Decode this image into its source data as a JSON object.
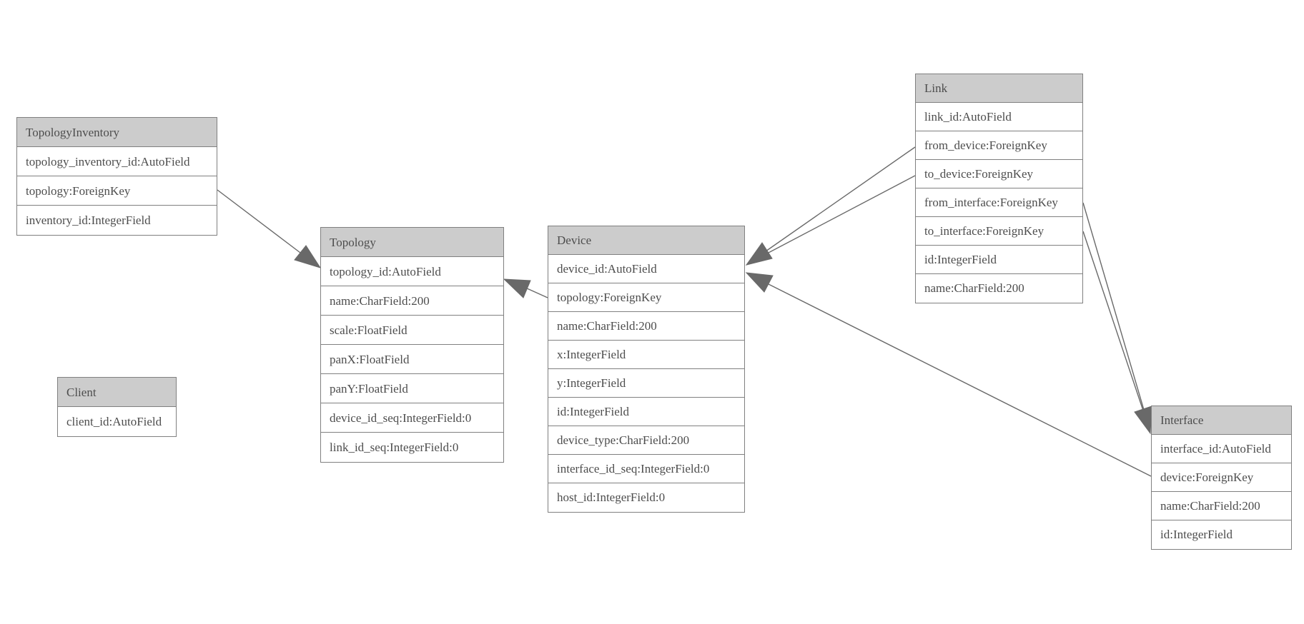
{
  "diagram": {
    "type": "entity-relationship",
    "colors": {
      "bg": "#ffffff",
      "header_fill": "#cccccc",
      "row_fill": "#ffffff",
      "border": "#808080",
      "text": "#4d4d4d",
      "edge": "#696969"
    },
    "entities": {
      "topology_inventory": {
        "title": "TopologyInventory",
        "fields": [
          "topology_inventory_id:AutoField",
          "topology:ForeignKey",
          "inventory_id:IntegerField"
        ]
      },
      "topology": {
        "title": "Topology",
        "fields": [
          "topology_id:AutoField",
          "name:CharField:200",
          "scale:FloatField",
          "panX:FloatField",
          "panY:FloatField",
          "device_id_seq:IntegerField:0",
          "link_id_seq:IntegerField:0"
        ]
      },
      "client": {
        "title": "Client",
        "fields": [
          "client_id:AutoField"
        ]
      },
      "device": {
        "title": "Device",
        "fields": [
          "device_id:AutoField",
          "topology:ForeignKey",
          "name:CharField:200",
          "x:IntegerField",
          "y:IntegerField",
          "id:IntegerField",
          "device_type:CharField:200",
          "interface_id_seq:IntegerField:0",
          "host_id:IntegerField:0"
        ]
      },
      "link": {
        "title": "Link",
        "fields": [
          "link_id:AutoField",
          "from_device:ForeignKey",
          "to_device:ForeignKey",
          "from_interface:ForeignKey",
          "to_interface:ForeignKey",
          "id:IntegerField",
          "name:CharField:200"
        ]
      },
      "interface": {
        "title": "Interface",
        "fields": [
          "interface_id:AutoField",
          "device:ForeignKey",
          "name:CharField:200",
          "id:IntegerField"
        ]
      }
    },
    "relationships": [
      {
        "from": "TopologyInventory.topology",
        "to": "Topology.topology_id"
      },
      {
        "from": "Device.topology",
        "to": "Topology.topology_id"
      },
      {
        "from": "Link.from_device",
        "to": "Device.device_id"
      },
      {
        "from": "Link.to_device",
        "to": "Device.device_id"
      },
      {
        "from": "Interface.device",
        "to": "Device.device_id"
      },
      {
        "from": "Link.from_interface",
        "to": "Interface.interface_id"
      },
      {
        "from": "Link.to_interface",
        "to": "Interface.interface_id"
      }
    ]
  }
}
